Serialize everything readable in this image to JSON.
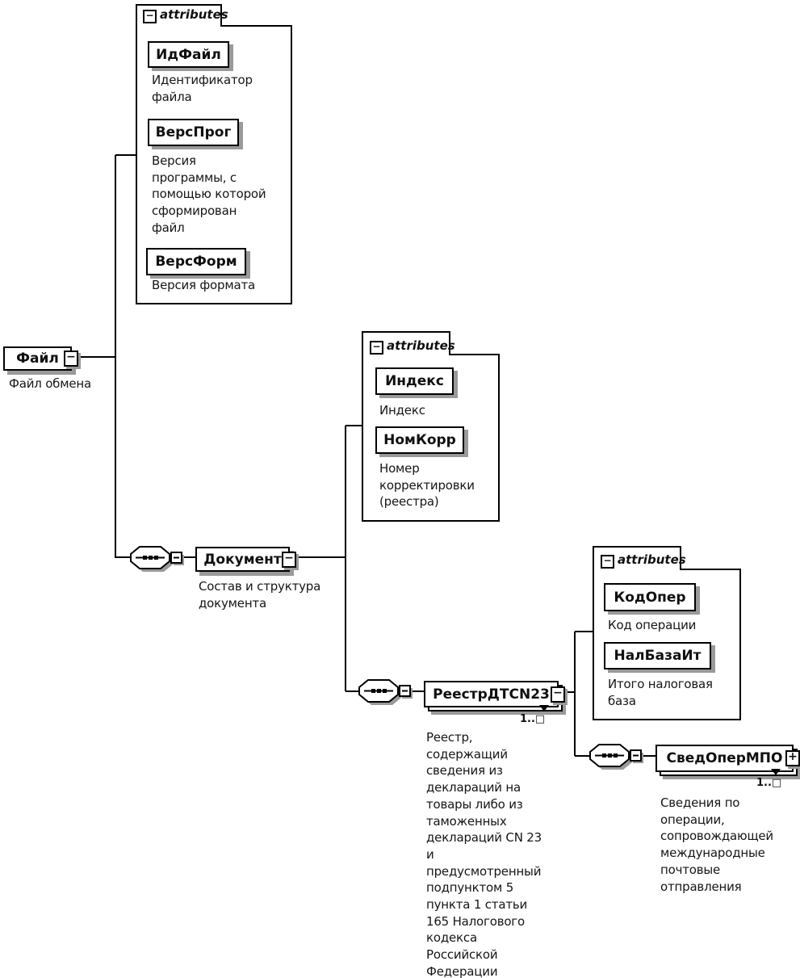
{
  "labels": {
    "attributes": "attributes",
    "minus": "−",
    "plus": "+"
  },
  "elements": {
    "file": {
      "name": "Файл",
      "caption": "Файл обмена"
    },
    "document": {
      "name": "Документ",
      "caption": "Состав и структура\nдокумента"
    },
    "reestr": {
      "name": "РеестрДТCN23",
      "occurs": "1..□",
      "caption": "Реестр,\nсодержащий\nсведения из\nдеклараций на\nтовары либо из\nтаможенных\nдеклараций CN 23\nи\nпредусмотренный\nподпунктом 5\nпункта 1 статьи\n165 Налогового\nкодекса\nРоссийской\nФедерации"
    },
    "svedOperMpo": {
      "name": "СведОперМПО",
      "occurs": "1..□",
      "caption": "Сведения по\nоперации,\nсопровождающей\nмеждународные\nпочтовые\nотправления"
    }
  },
  "attributes": {
    "file": [
      {
        "name": "ИдФайл",
        "caption": "Идентификатор\nфайла"
      },
      {
        "name": "ВерсПрог",
        "caption": "Версия\nпрограммы, с\nпомощью которой\nсформирован\nфайл"
      },
      {
        "name": "ВерсФорм",
        "caption": "Версия формата"
      }
    ],
    "document": [
      {
        "name": "Индекс",
        "caption": "Индекс"
      },
      {
        "name": "НомКорр",
        "caption": "Номер\nкорректировки\n(реестра)"
      }
    ],
    "reestr": [
      {
        "name": "КодОпер",
        "caption": "Код операции"
      },
      {
        "name": "НалБазаИт",
        "caption": "Итого налоговая\nбаза"
      }
    ]
  }
}
